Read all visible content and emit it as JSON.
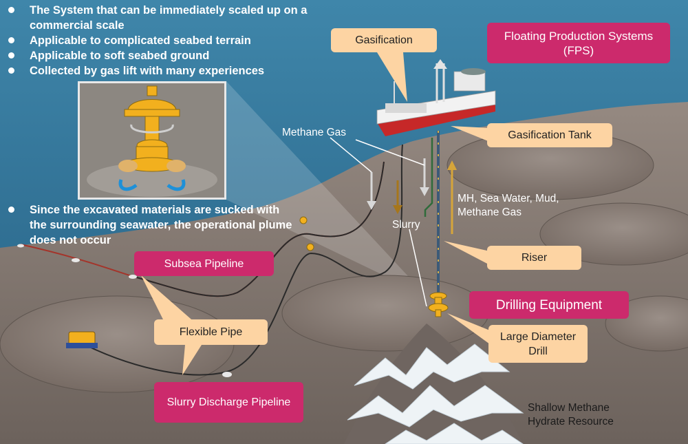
{
  "bullets_top": [
    {
      "text": "The System that can be immediately scaled up on a commercial scale"
    },
    {
      "text": "Applicable to complicated seabed terrain"
    },
    {
      "text": "Applicable to soft seabed ground"
    },
    {
      "text": "Collected by gas lift with many experiences"
    }
  ],
  "bullets_mid": [
    {
      "text": "Since the excavated materials are sucked with the surrounding seawater, the operational plume does not occur"
    }
  ],
  "labels": {
    "gasification": "Gasification",
    "fps": "Floating Production Systems (FPS)",
    "gasification_tank": "Gasification Tank",
    "riser": "Riser",
    "drilling_equipment": "Drilling Equipment",
    "large_diameter_drill": "Large Diameter Drill",
    "subsea_pipeline": "Subsea Pipeline",
    "flexible_pipe": "Flexible Pipe",
    "slurry_discharge_pipeline": "Slurry Discharge Pipeline"
  },
  "annotations": {
    "methane_gas": "Methane Gas",
    "slurry": "Slurry",
    "mh_mix": "MH, Sea Water, Mud, Methane Gas",
    "shallow_resource": "Shallow Methane Hydrate Resource"
  },
  "colors": {
    "sea": "#2f6f92",
    "seabed": "#7f736c",
    "label_peach": "#fdd4a3",
    "label_pink": "#cc2a6c",
    "drill_yellow": "#f2b01e",
    "hydrate_white": "#eef3f6"
  }
}
